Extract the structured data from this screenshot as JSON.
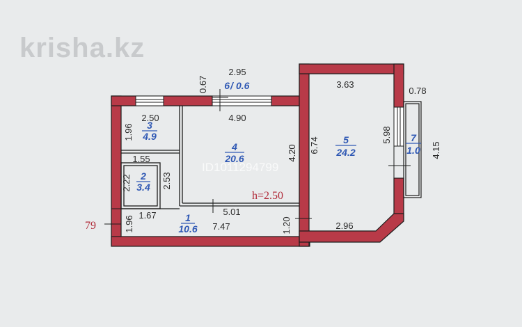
{
  "logo": "krisha.kz",
  "watermark": "ID1011294799",
  "ceiling_height": "h=2.50",
  "marker": "79",
  "rooms": [
    {
      "id": "room-1",
      "number": "1",
      "area": "10.6"
    },
    {
      "id": "room-2",
      "number": "2",
      "area": "3.4"
    },
    {
      "id": "room-3",
      "number": "3",
      "area": "4.9"
    },
    {
      "id": "room-4",
      "number": "4",
      "area": "20.6"
    },
    {
      "id": "room-5",
      "number": "5",
      "area": "24.2"
    },
    {
      "id": "room-6",
      "number": "6",
      "area": "0.6"
    },
    {
      "id": "room-7",
      "number": "7",
      "area": "1.0"
    }
  ],
  "dimensions": [
    "2.95",
    "0.67",
    "4.90",
    "2.50",
    "1.96",
    "1.55",
    "2.22",
    "2.53",
    "4.20",
    "5.01",
    "1.96",
    "1.67",
    "7.47",
    "1.20",
    "3.63",
    "6.74",
    "5.98",
    "2.96",
    "0.78",
    "4.15"
  ],
  "colors": {
    "wall": "#b83a48",
    "wall_edge": "#1c1c1c",
    "background": "#e9ebec",
    "room_label": "#2f58b4",
    "text": "#2a2a2a"
  }
}
